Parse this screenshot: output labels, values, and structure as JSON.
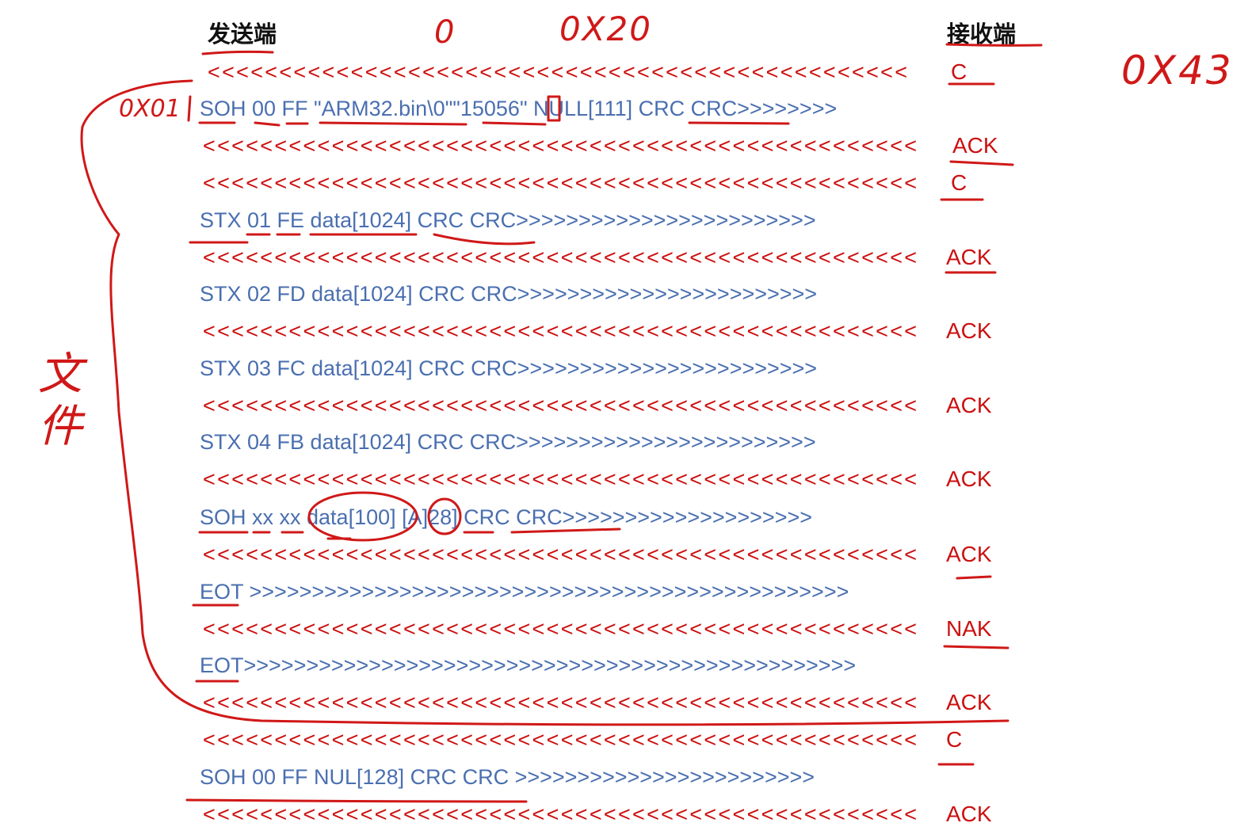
{
  "headers": {
    "sender": "发送端",
    "receiver": "接收端"
  },
  "handwritten": {
    "zero": "0",
    "hex20": "0X20",
    "hex43": "0X43",
    "hex01": "0X01",
    "file_label": "文件"
  },
  "rows": [
    {
      "sender": "<<<<<<<<<<<<<<<<<<<<<<<<<<<<<<<<<<<<<<<<<<<<<<<<<",
      "receiver": "C"
    },
    {
      "sender": "SOH 00 FF \"ARM32.bin\\0\"\"15056\" NULL[111] CRC CRC>>>>>>>>",
      "receiver": ""
    },
    {
      "sender": "<<<<<<<<<<<<<<<<<<<<<<<<<<<<<<<<<<<<<<<<<<<<<<<<<<",
      "receiver": "ACK"
    },
    {
      "sender": "<<<<<<<<<<<<<<<<<<<<<<<<<<<<<<<<<<<<<<<<<<<<<<<<<<",
      "receiver": "C"
    },
    {
      "sender": "STX 01 FE data[1024]  CRC CRC>>>>>>>>>>>>>>>>>>>>>>>>",
      "receiver": ""
    },
    {
      "sender": "<<<<<<<<<<<<<<<<<<<<<<<<<<<<<<<<<<<<<<<<<<<<<<<<<<",
      "receiver": "ACK"
    },
    {
      "sender": "STX 02 FD data[1024]  CRC CRC>>>>>>>>>>>>>>>>>>>>>>>>",
      "receiver": ""
    },
    {
      "sender": "<<<<<<<<<<<<<<<<<<<<<<<<<<<<<<<<<<<<<<<<<<<<<<<<<<",
      "receiver": "ACK"
    },
    {
      "sender": "STX 03 FC data[1024]  CRC CRC>>>>>>>>>>>>>>>>>>>>>>>>",
      "receiver": ""
    },
    {
      "sender": "<<<<<<<<<<<<<<<<<<<<<<<<<<<<<<<<<<<<<<<<<<<<<<<<<<",
      "receiver": "ACK"
    },
    {
      "sender": "STX 04 FB data[1024]  CRC CRC>>>>>>>>>>>>>>>>>>>>>>>>",
      "receiver": ""
    },
    {
      "sender": "<<<<<<<<<<<<<<<<<<<<<<<<<<<<<<<<<<<<<<<<<<<<<<<<<<",
      "receiver": "ACK"
    },
    {
      "sender": "SOH xx xx data[100]  [A]28]  CRC CRC>>>>>>>>>>>>>>>>>>>>",
      "receiver": ""
    },
    {
      "sender": "<<<<<<<<<<<<<<<<<<<<<<<<<<<<<<<<<<<<<<<<<<<<<<<<<<",
      "receiver": "ACK"
    },
    {
      "sender": "EOT >>>>>>>>>>>>>>>>>>>>>>>>>>>>>>>>>>>>>>>>>>>>>>>>",
      "receiver": ""
    },
    {
      "sender": "<<<<<<<<<<<<<<<<<<<<<<<<<<<<<<<<<<<<<<<<<<<<<<<<<<",
      "receiver": "NAK"
    },
    {
      "sender": "EOT>>>>>>>>>>>>>>>>>>>>>>>>>>>>>>>>>>>>>>>>>>>>>>>>>",
      "receiver": ""
    },
    {
      "sender": "<<<<<<<<<<<<<<<<<<<<<<<<<<<<<<<<<<<<<<<<<<<<<<<<<<",
      "receiver": "ACK"
    },
    {
      "sender": "<<<<<<<<<<<<<<<<<<<<<<<<<<<<<<<<<<<<<<<<<<<<<<<<<<",
      "receiver": "C"
    },
    {
      "sender": "SOH 00 FF NUL[128] CRC CRC >>>>>>>>>>>>>>>>>>>>>>>>",
      "receiver": ""
    },
    {
      "sender": "<<<<<<<<<<<<<<<<<<<<<<<<<<<<<<<<<<<<<<<<<<<<<<<<<<",
      "receiver": "ACK"
    }
  ]
}
